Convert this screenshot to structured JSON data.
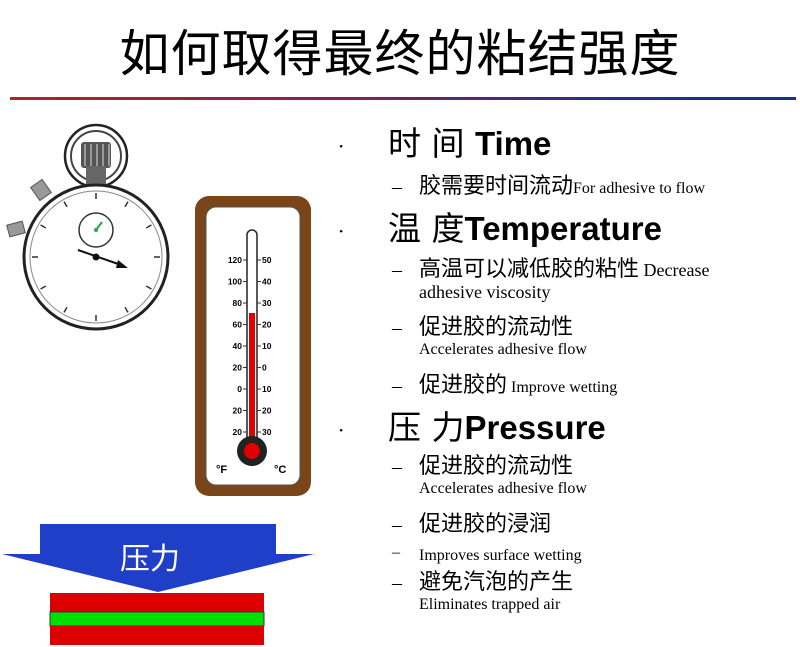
{
  "slide": {
    "title": "如何取得最终的粘结强度",
    "sections": [
      {
        "bullet": "·",
        "head_zh": "时 间 ",
        "head_en": "Time",
        "items": [
          {
            "dash": "–",
            "zh": "胶需要时间流动",
            "en_inline": "For adhesive to flow",
            "en_block": ""
          }
        ]
      },
      {
        "bullet": "·",
        "head_zh": "温 度",
        "head_en": "Temperature",
        "items": [
          {
            "dash": "–",
            "zh": "高温可以减低胶的粘性",
            "en_inline": " Decrease",
            "en_block": "adhesive viscosity"
          },
          {
            "dash": "–",
            "zh": "促进胶的流动性",
            "en_inline": "",
            "en_block": "Accelerates adhesive flow"
          },
          {
            "dash": "–",
            "zh": "促进胶的",
            "en_inline": " Improve wetting",
            "en_block": ""
          }
        ]
      },
      {
        "bullet": "·",
        "head_zh": "压 力",
        "head_en": "Pressure",
        "items": [
          {
            "dash": "–",
            "zh": "促进胶的流动性",
            "en_inline": "",
            "en_block": "Accelerates adhesive flow"
          },
          {
            "dash": "–",
            "zh": "促进胶的浸润",
            "en_inline": "",
            "en_block": ""
          },
          {
            "dash": "–",
            "zh": "",
            "en_inline": "Improves surface wetting",
            "en_block": ""
          },
          {
            "dash": "–",
            "zh": "避免汽泡的产生",
            "en_inline": "",
            "en_block": "Eliminates trapped air"
          }
        ]
      }
    ]
  },
  "thermometer": {
    "left_scale": [
      "120",
      "100",
      "80",
      "60",
      "40",
      "20",
      "0",
      "20",
      "20"
    ],
    "right_scale": [
      "50",
      "40",
      "30",
      "20",
      "10",
      "0",
      "10",
      "20",
      "30"
    ],
    "unit_f": "°F",
    "unit_c": "°C",
    "frame_color": "#7a4518",
    "mercury_color": "#e00000"
  },
  "pressure_diagram": {
    "label": "压力",
    "arrow_color": "#1f3fc8",
    "plate_color": "#dd0000",
    "adhesive_color": "#00e000"
  },
  "stopwatch": {
    "accent_color": "#22aa44"
  }
}
